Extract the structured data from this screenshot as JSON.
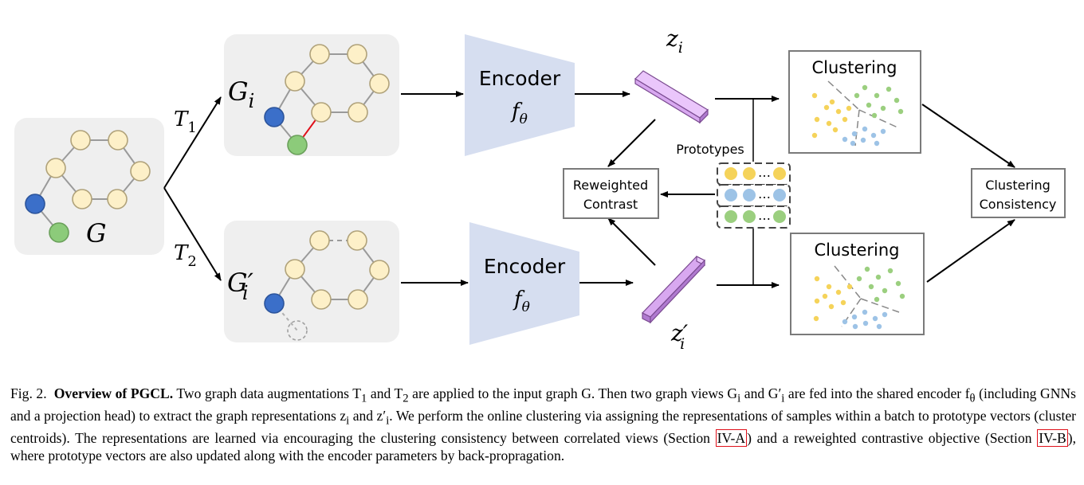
{
  "diagram": {
    "graph_labels": {
      "g": "G",
      "gi": "G",
      "gi_sub": "i",
      "gpi": "G′",
      "gpi_sub": "i"
    },
    "augment_labels": {
      "t1": "T",
      "t1_sub": "1",
      "t2": "T",
      "t2_sub": "2"
    },
    "encoder_top": {
      "title": "Encoder",
      "func": "f",
      "func_sub": "θ"
    },
    "encoder_bottom": {
      "title": "Encoder",
      "func": "f",
      "func_sub": "θ"
    },
    "z_top": {
      "main": "z",
      "sub": "i"
    },
    "z_bottom": {
      "main": "z′",
      "sub": "i"
    },
    "prototypes_label": "Prototypes",
    "prototype_dots": "…",
    "clustering_top": "Clustering",
    "clustering_bottom": "Clustering",
    "reweighted": {
      "line1": "Reweighted",
      "line2": "Contrast"
    },
    "consistency": {
      "line1": "Clustering",
      "line2": "Consistency"
    },
    "colors": {
      "node_fill": "#fdf0c8",
      "node_stroke": "#b0a27a",
      "blue_node": "#3b6fc9",
      "green_node": "#8ccb7a",
      "encoder_fill": "#d6def0",
      "feature_fill": "#d8a8f0",
      "yellow_dot": "#f5d35a",
      "blue_dot": "#9dc3e6",
      "green_dot": "#9bcf7f",
      "red_edge": "#e0101a",
      "panel_bg": "#efefef"
    }
  },
  "caption": {
    "fig_label": "Fig. 2.",
    "title": "Overview of PGCL.",
    "p1": "Two graph data augmentations T",
    "p1_s1": "1",
    "p2": " and T",
    "p2_s2": "2",
    "p3": " are applied to the input graph G. Then two graph views G",
    "p3_si": "i",
    "p4": " and G′",
    "p4_si": "i",
    "p5": " are fed into the shared encoder f",
    "p5_theta": "θ",
    "p6": " (including GNNs and a projection head) to extract the graph representations z",
    "p6_si": "i",
    "p7": " and z′",
    "p7_si": "i",
    "p8": ". We perform the online clustering via assigning the representations of samples within a batch to prototype vectors (cluster centroids). The representations are learned via encouraging the clustering consistency between correlated views (Section ",
    "ref1": "IV-A",
    "p9": ") and a reweighted contrastive objective (Section ",
    "ref2": "IV-B",
    "p10": "), where prototype vectors are also updated along with the encoder parameters by back-propragation."
  }
}
